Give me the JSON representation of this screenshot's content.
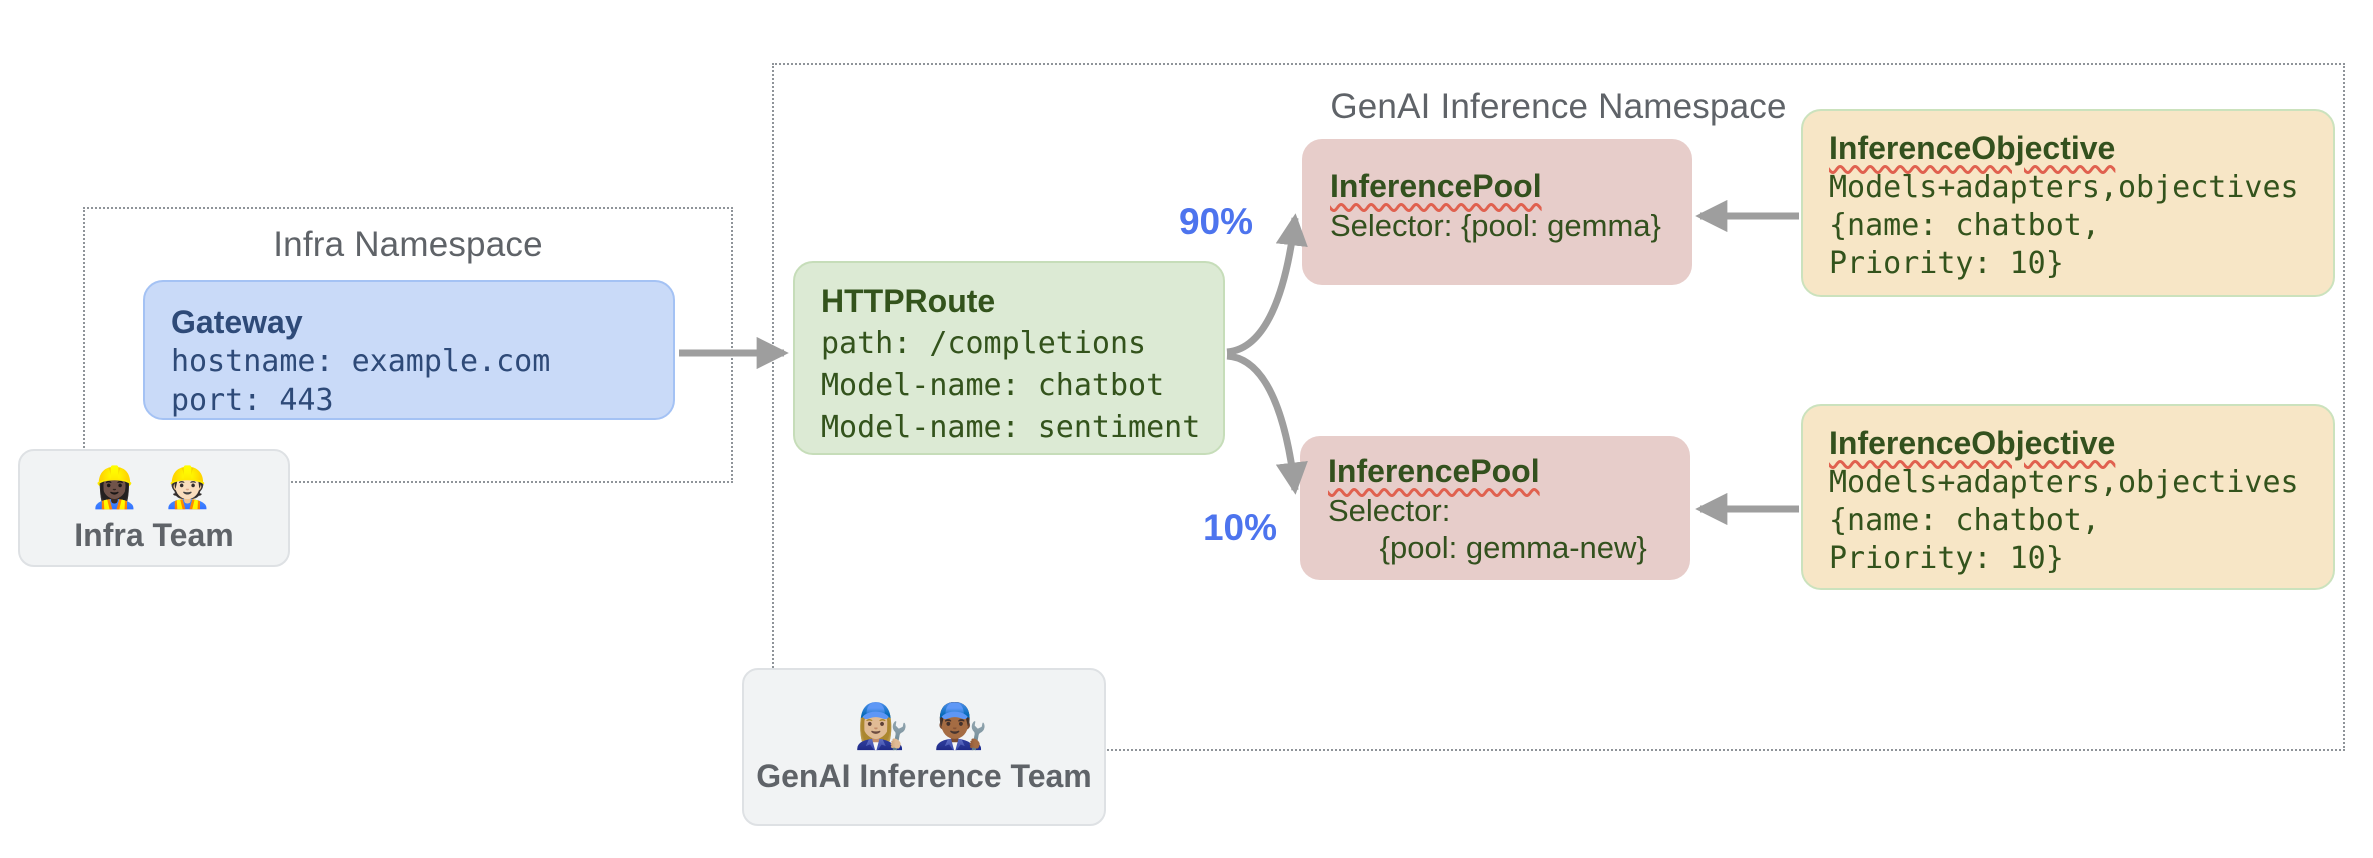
{
  "namespaces": {
    "infra": {
      "title": "Infra Namespace"
    },
    "genai": {
      "title": "GenAI Inference Namespace"
    }
  },
  "nodes": {
    "gateway": {
      "title": "Gateway",
      "lines": [
        "hostname: example.com",
        "port: 443"
      ]
    },
    "httproute": {
      "title": "HTTPRoute",
      "lines": [
        "path: /completions",
        "Model-name: chatbot",
        "Model-name: sentiment"
      ]
    },
    "pool_top": {
      "title": "InferencePool",
      "lines": [
        "Selector: {pool: gemma}"
      ]
    },
    "pool_bottom": {
      "title": "InferencePool",
      "lines": [
        "Selector:",
        "      {pool: gemma-new}"
      ]
    },
    "objective_top": {
      "title": "InferenceObjective",
      "lines": [
        "Models+adapters,objectives",
        "{name: chatbot,",
        "Priority: 10}"
      ]
    },
    "objective_bottom": {
      "title": "InferenceObjective",
      "lines": [
        "Models+adapters,objectives",
        "{name: chatbot,",
        "Priority: 10}"
      ]
    }
  },
  "labels": {
    "split_top": "90%",
    "split_bottom": "10%"
  },
  "teams": {
    "infra": {
      "emojis": "👷🏿‍♀️ 👷🏻",
      "label": "Infra Team"
    },
    "genai": {
      "emojis": "👩🏼‍🔧 👨🏾‍🔧",
      "label": "GenAI Inference Team"
    }
  },
  "colors": {
    "namespace_border": "#8F9499",
    "namespace_title": "#5F6368",
    "gateway_fill": "#C9DAF8",
    "gateway_border": "#A4C2F4",
    "gateway_text": "#2E4A78",
    "httproute_fill": "#DCEAD4",
    "httproute_text": "#33531C",
    "pool_fill": "#E7CDCA",
    "pool_text": "#33511E",
    "objective_fill": "#F7E6C6",
    "objective_border": "#CBE2BD",
    "team_fill": "#F1F3F4",
    "team_text": "#5F6368",
    "arrow": "#9E9E9E",
    "percent_blue": "#4D74EE",
    "squiggle_red": "#E0614F"
  }
}
